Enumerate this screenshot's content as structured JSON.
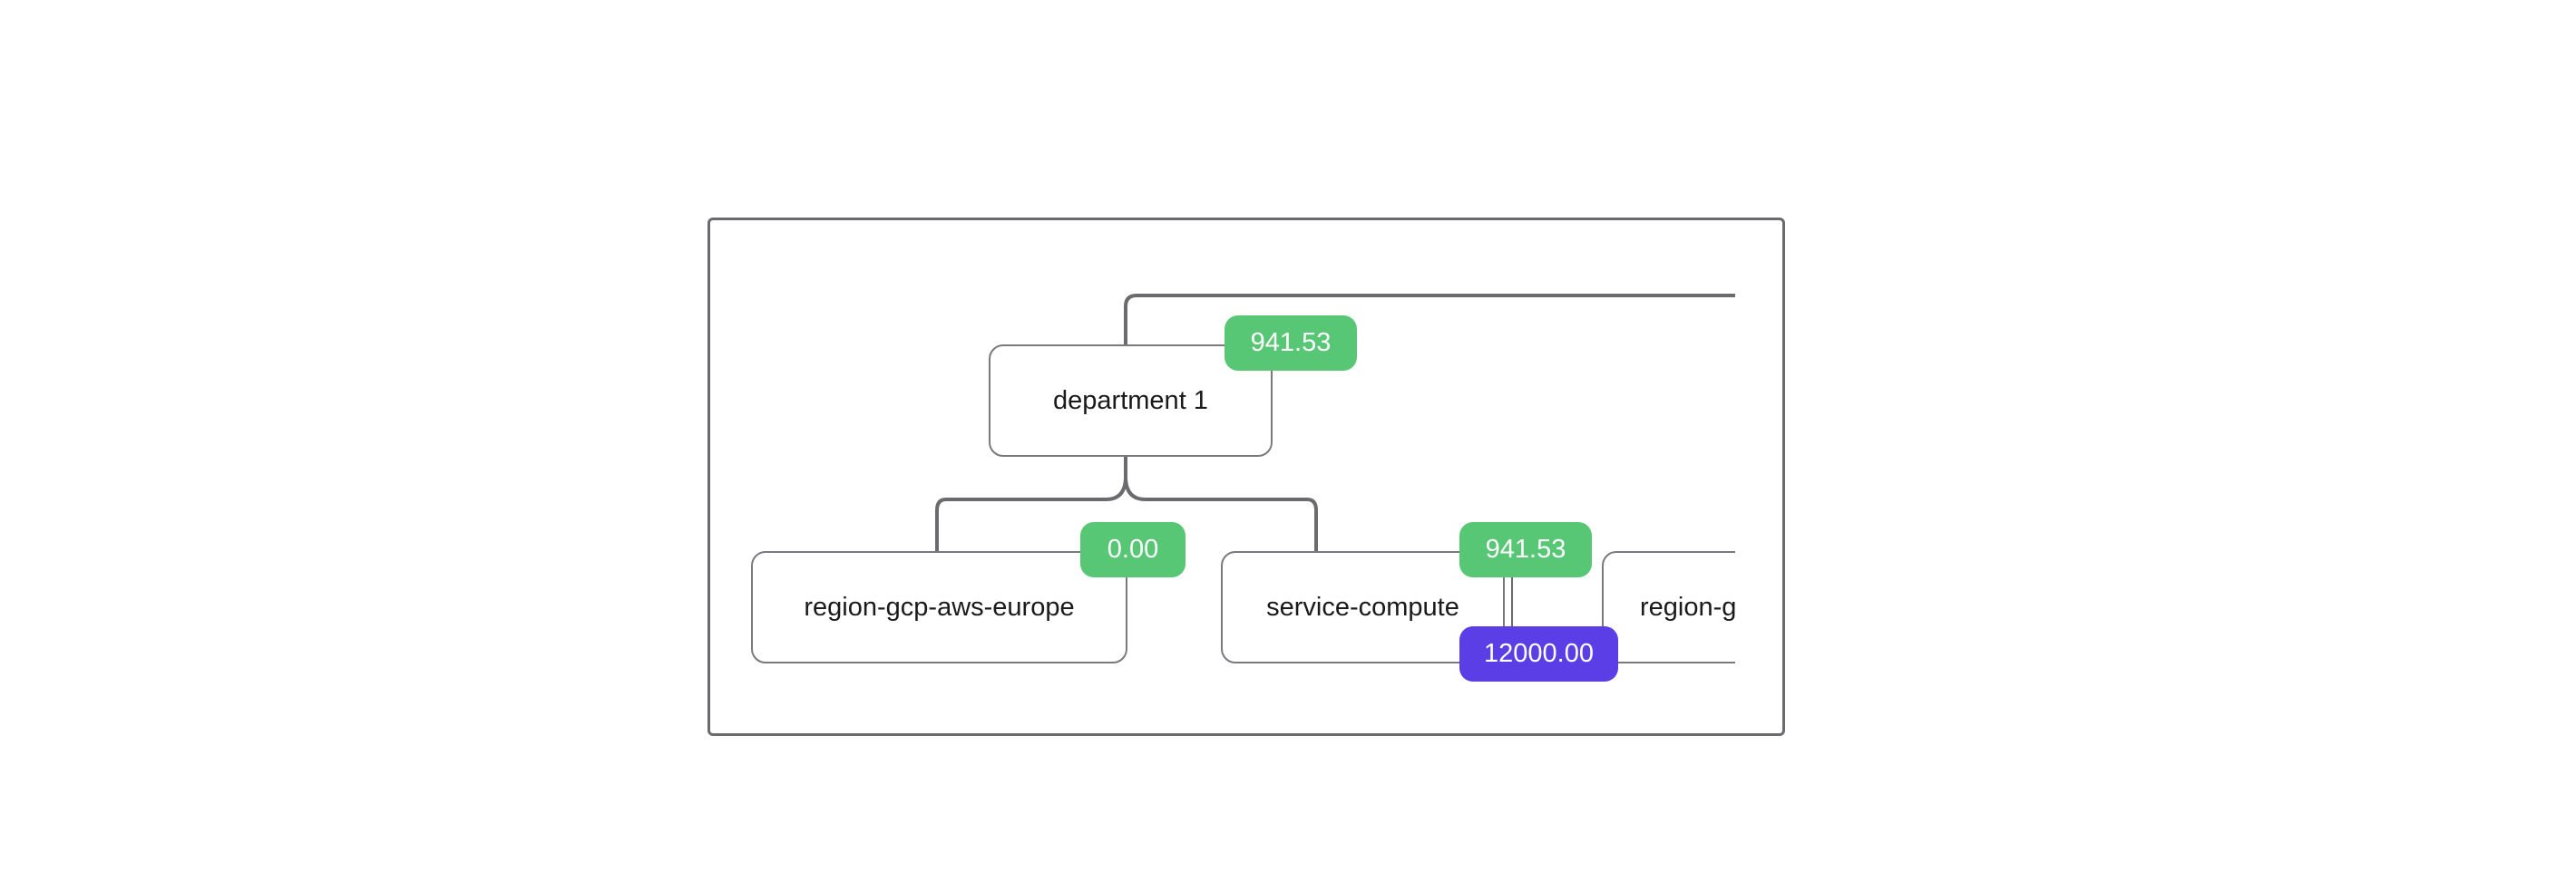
{
  "diagram": {
    "nodes": {
      "department": {
        "label": "department 1",
        "badge": "941.53"
      },
      "region_europe": {
        "label": "region-gcp-aws-europe",
        "badge": "0.00"
      },
      "service_compute": {
        "label": "service-compute",
        "badge": "941.53",
        "badge_secondary": "12000.00"
      },
      "region_clipped": {
        "label": "region-gcp-aws-us"
      }
    },
    "colors": {
      "badge_green": "#58c775",
      "badge_purple": "#5b3ee6",
      "connector": "#6b6b6f",
      "node_border": "#7a7a7e"
    }
  }
}
